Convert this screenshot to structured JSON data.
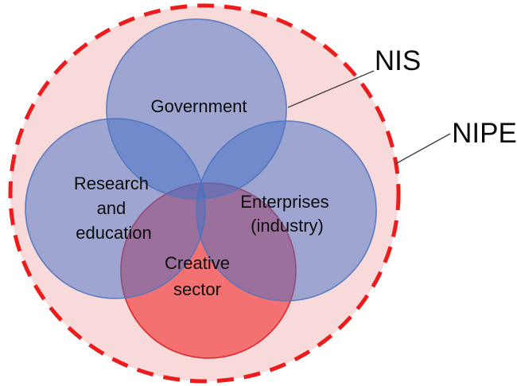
{
  "venn": {
    "government": {
      "label": "Government"
    },
    "research": {
      "lines": [
        "Research",
        "and",
        "education"
      ]
    },
    "enterprises": {
      "lines": [
        "Enterprises",
        "(industry)"
      ]
    },
    "creative": {
      "lines": [
        "Creative",
        "sector"
      ]
    },
    "annotations": {
      "nis": "NIS",
      "nipe": "NIPE"
    }
  },
  "colors": {
    "outer_fill": "#F9DADB",
    "outer_border": "#ED1C1C",
    "blue_fill": "#446FC5",
    "blue_border": "#4F74BE",
    "red_fill": "#F01C1C",
    "red_border": "#DE2126",
    "label_text": "#0D0D0D",
    "creative_text": "#24406E",
    "pointer_line": "#404040"
  }
}
